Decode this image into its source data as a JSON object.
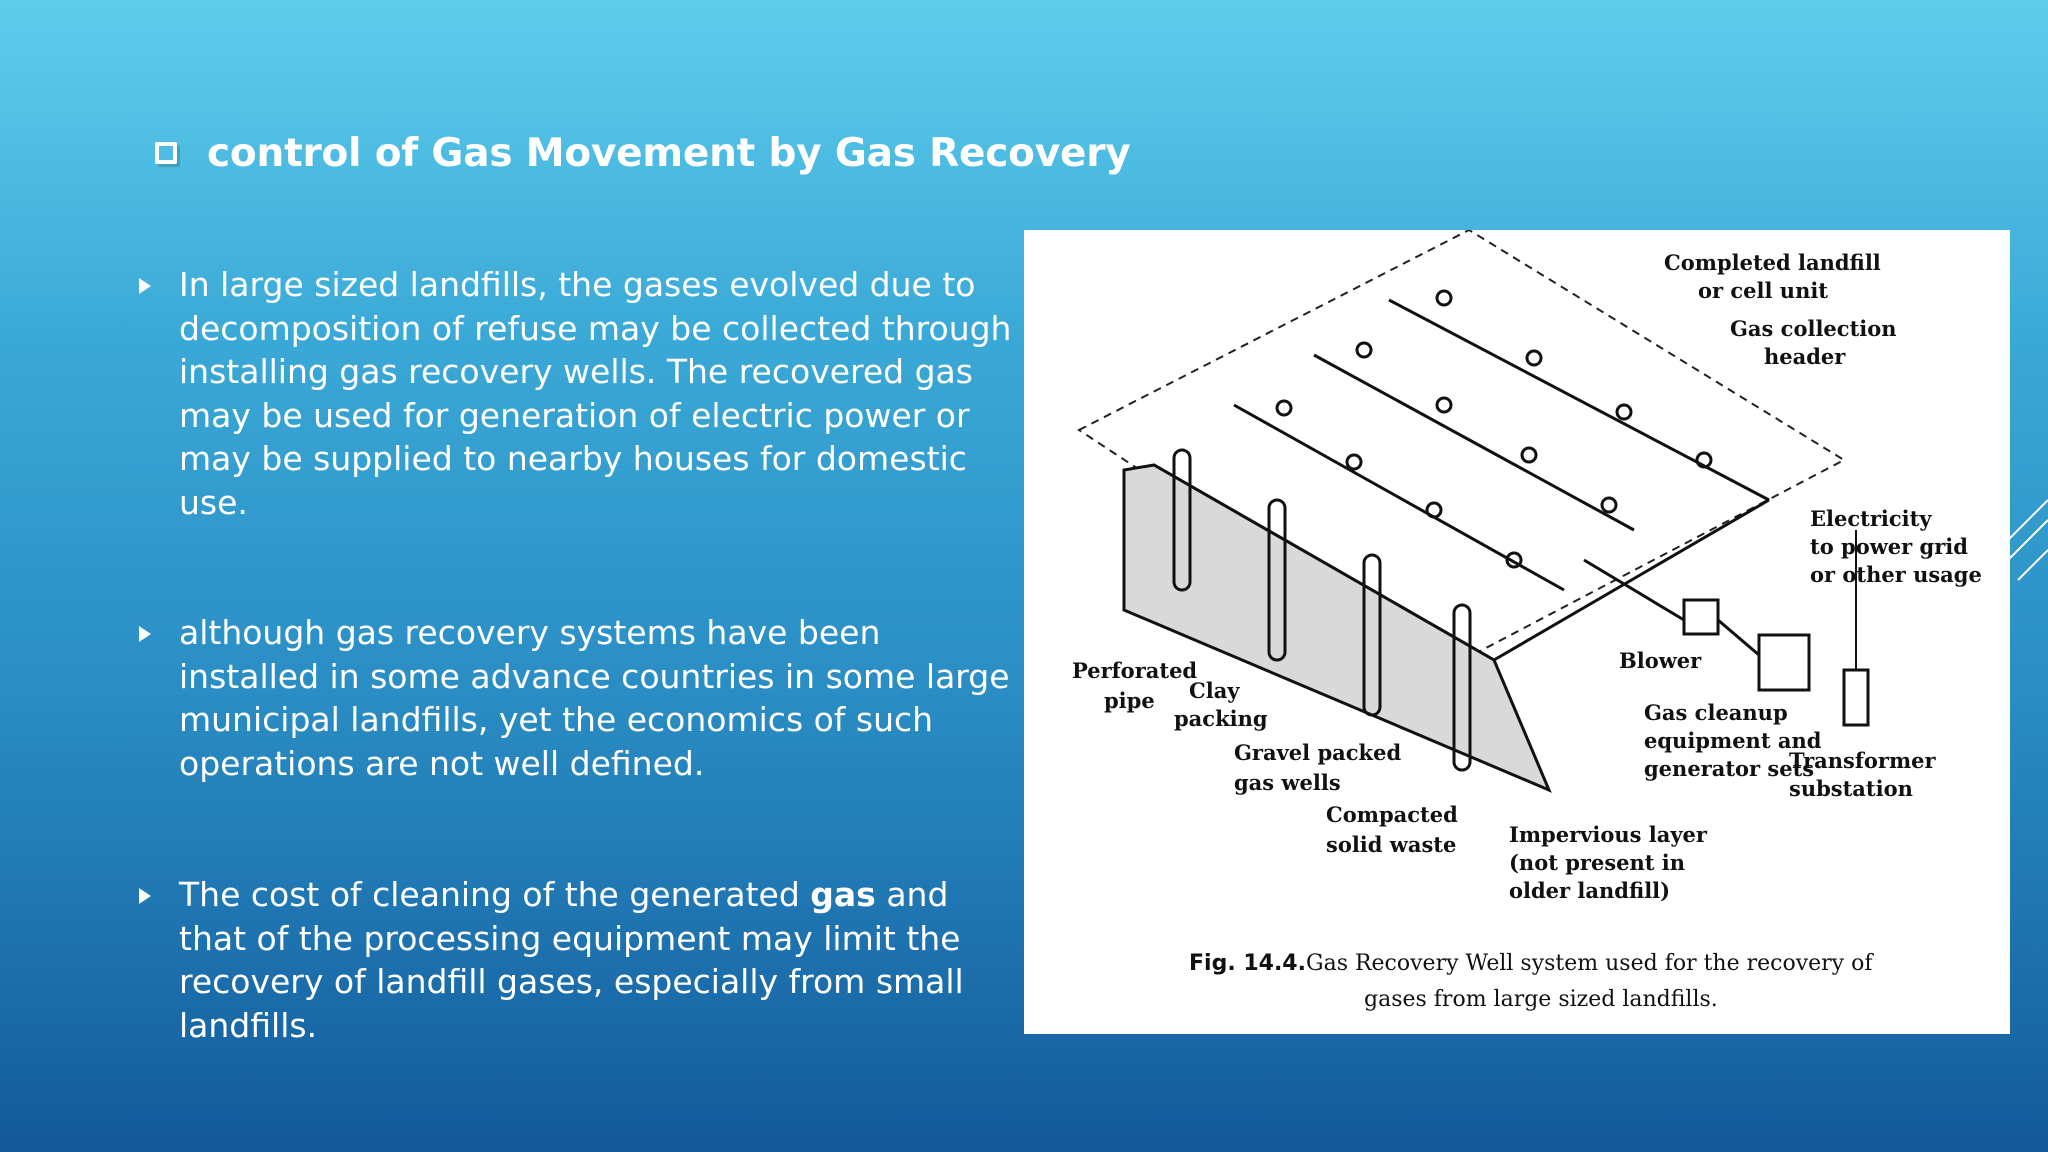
{
  "title": "control of Gas Movement by Gas Recovery",
  "bullets": [
    {
      "text": "In large sized landfills, the gases evolved due to decomposition of refuse may be collected through installing gas recovery wells. The recovered gas may be used for generation of electric power or may be supplied to nearby houses for domestic use."
    },
    {
      "text": "although gas recovery systems have been installed in some advance countries in some large municipal landfills, yet the economics of such operations are not well defined."
    },
    {
      "pre": "The cost of cleaning of the generated ",
      "bold": "gas",
      "post": " and that of the processing equipment may limit the recovery of landfill gases, especially from small landfills."
    }
  ],
  "figure": {
    "labels": {
      "completed_1": "Completed landfill",
      "completed_2": "or cell unit",
      "header_1": "Gas collection",
      "header_2": "header",
      "electricity_1": "Electricity",
      "electricity_2": "to power grid",
      "electricity_3": "or other usage",
      "blower": "Blower",
      "perforated_1": "Perforated",
      "perforated_2": "pipe",
      "clay_1": "Clay",
      "clay_2": "packing",
      "gravel_1": "Gravel packed",
      "gravel_2": "gas wells",
      "cleanup_1": "Gas cleanup",
      "cleanup_2": "equipment and",
      "cleanup_3": "generator sets",
      "transformer_1": "Transformer",
      "transformer_2": "substation",
      "compacted_1": "Compacted",
      "compacted_2": "solid waste",
      "impervious_1": "Impervious layer",
      "impervious_2": "(not present in",
      "impervious_3": "older landfill)"
    },
    "caption_fig": "Fig. 14.4.",
    "caption_1": "Gas Recovery Well system used for the recovery of",
    "caption_2": "gases from large sized landfills."
  }
}
